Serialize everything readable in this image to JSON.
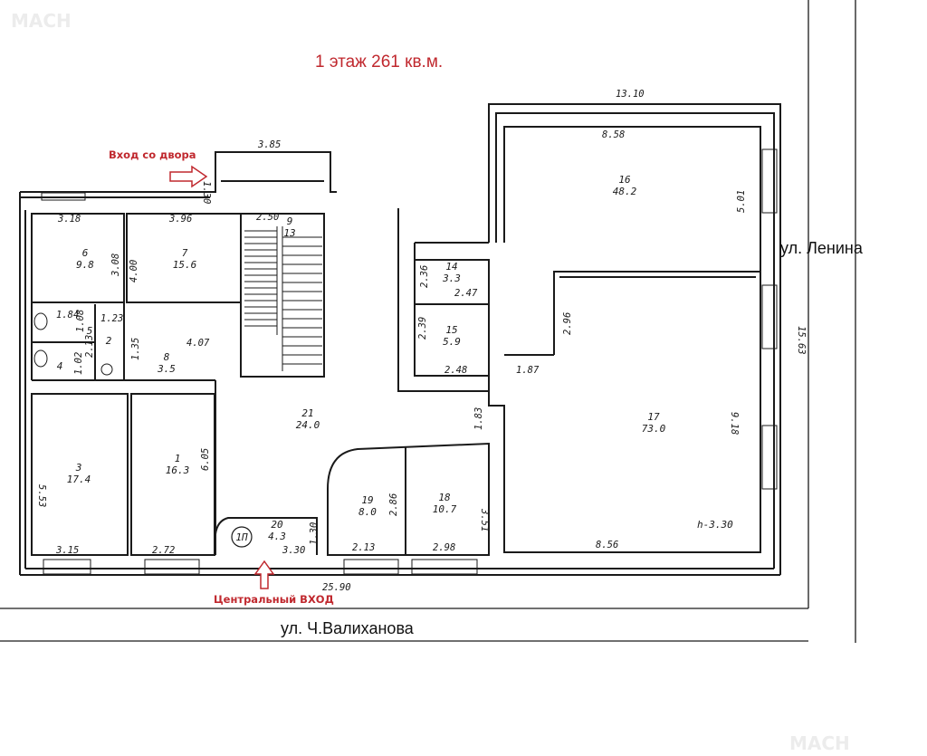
{
  "title": "1 этаж 261 кв.м.",
  "watermark": "МАСН",
  "entrances": {
    "yard": "Вход со двора",
    "central": "Центральный ВХОД"
  },
  "streets": {
    "right": "ул. Ленина",
    "bottom": "ул. Ч.Валиханова"
  },
  "colors": {
    "title": "#c0282e",
    "walls": "#1a1a1a",
    "arrow": "#c0282e"
  },
  "rooms": [
    {
      "num": "1",
      "area": "16.3"
    },
    {
      "num": "2",
      "area": ""
    },
    {
      "num": "3",
      "area": "17.4"
    },
    {
      "num": "4",
      "area": ""
    },
    {
      "num": "5",
      "area": ""
    },
    {
      "num": "6",
      "area": "9.8"
    },
    {
      "num": "7",
      "area": "15.6"
    },
    {
      "num": "8",
      "area": "3.5"
    },
    {
      "num": "9",
      "area": "13"
    },
    {
      "num": "14",
      "area": "3.3"
    },
    {
      "num": "15",
      "area": "5.9"
    },
    {
      "num": "16",
      "area": "48.2"
    },
    {
      "num": "17",
      "area": "73.0"
    },
    {
      "num": "18",
      "area": "10.7"
    },
    {
      "num": "19",
      "area": "8.0"
    },
    {
      "num": "20",
      "area": "4.3"
    },
    {
      "num": "21",
      "area": "24.0"
    }
  ],
  "stair_label": "1П",
  "ceiling_height": "h-3.30",
  "dimensions": {
    "d1310": "13.10",
    "d385": "3.85",
    "d130": "1.30",
    "d858": "8.58",
    "d501": "5.01",
    "d318": "3.18",
    "d396": "3.96",
    "d250": "2.50",
    "d308": "3.08",
    "d400": "4.00",
    "d236": "2.36",
    "d247": "2.47",
    "d296": "2.96",
    "d1563": "15.63",
    "d184": "1.84",
    "d123": "1.23",
    "d108": "1.08",
    "d213a": "2.13",
    "d102": "1.02",
    "d135": "1.35",
    "d407": "4.07",
    "d239": "2.39",
    "d248": "2.48",
    "d187": "1.87",
    "d918": "9.18",
    "d183": "1.83",
    "d553": "5.53",
    "d605": "6.05",
    "d286": "2.86",
    "d351": "3.51",
    "d130b": "1.30",
    "d315": "3.15",
    "d272": "2.72",
    "d330": "3.30",
    "d213": "2.13",
    "d298": "2.98",
    "d856": "8.56",
    "d2590": "25.90"
  }
}
